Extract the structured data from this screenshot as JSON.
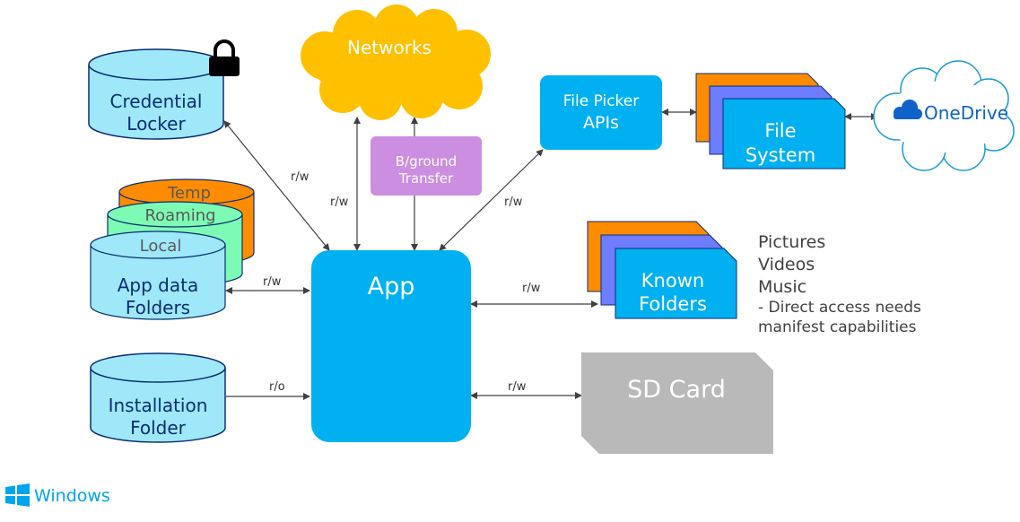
{
  "colors": {
    "app": "#00b0f0",
    "cyan_box": "#00b0f0",
    "cylinder_blue": "#9ee8fa",
    "cylinder_green": "#7dfbb4",
    "cylinder_orange": "#ff8c00",
    "cloud_yellow": "#ffc000",
    "bground": "#cc8ee0",
    "stack_orange": "#ff8c00",
    "stack_blue": "#6e7cff",
    "sd_gray": "#b9b9b9",
    "dark_text": "#0a2d74",
    "edge": "#404040",
    "onedrive_blue": "#0f62c8",
    "windows_blue": "#00a4ef"
  },
  "nodes": {
    "credential_locker": [
      "Credential",
      "Locker"
    ],
    "networks": "Networks",
    "bground_transfer": [
      "B/ground",
      "Transfer"
    ],
    "file_picker": [
      "File Picker",
      "APIs"
    ],
    "file_system": [
      "File",
      "System"
    ],
    "onedrive": "OneDrive",
    "app_data": {
      "temp": "Temp",
      "roaming": "Roaming",
      "local": "Local",
      "label": [
        "App data",
        "Folders"
      ]
    },
    "app": "App",
    "known_folders": [
      "Known",
      "Folders"
    ],
    "known_list": [
      "Pictures",
      "Videos",
      "Music",
      "- Direct access needs",
      "manifest capabilities"
    ],
    "installation_folder": [
      "Installation",
      "Folder"
    ],
    "sd_card": "SD Card"
  },
  "icons": {
    "lock": "lock-icon",
    "onedrive": "onedrive-cloud-icon",
    "windows": "windows-logo-icon"
  },
  "edges": {
    "credential": "r/w",
    "networks": "r/w",
    "file_picker": "r/w",
    "app_data": "r/w",
    "known_folders": "r/w",
    "installation": "r/o",
    "sd_card": "r/w"
  },
  "footer": {
    "brand": "Windows"
  }
}
